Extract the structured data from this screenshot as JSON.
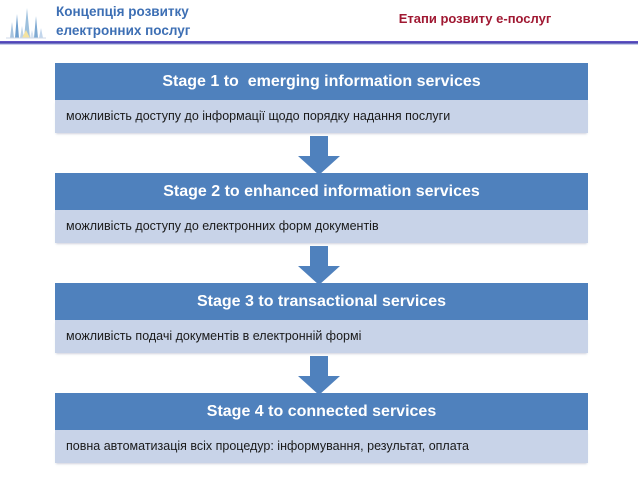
{
  "header": {
    "brand_line_1": "Концепція розвитку",
    "brand_line_2": "електронних послуг",
    "slide_title": "Етапи розвиту е-послуг",
    "logo_icon": "chart-bars-logo-icon",
    "brand_color": "#3d6fb4",
    "title_color": "#a01832",
    "rule_color": "#4a3fae"
  },
  "palette": {
    "stage_header_bg": "#4f81bd",
    "stage_body_bg": "#c8d3e8",
    "stage_header_text": "#ffffff",
    "stage_body_text": "#1a1a1a",
    "arrow_fill": "#4f81bd"
  },
  "stages": [
    {
      "title": "Stage 1 to  emerging information services",
      "description": "можливість доступу до інформації щодо порядку надання послуги"
    },
    {
      "title": "Stage 2 to enhanced information services",
      "description": "можливість доступу до електронних форм документів"
    },
    {
      "title": "Stage 3 to transactional services",
      "description": "можливість подачі документів в електронній формі"
    },
    {
      "title": "Stage 4 to connected services",
      "description": "повна автоматизація всіх процедур: інформування, результат, оплата"
    }
  ],
  "connectors": [
    {
      "icon": "arrow-down-icon"
    },
    {
      "icon": "arrow-down-icon"
    },
    {
      "icon": "arrow-down-icon"
    }
  ]
}
